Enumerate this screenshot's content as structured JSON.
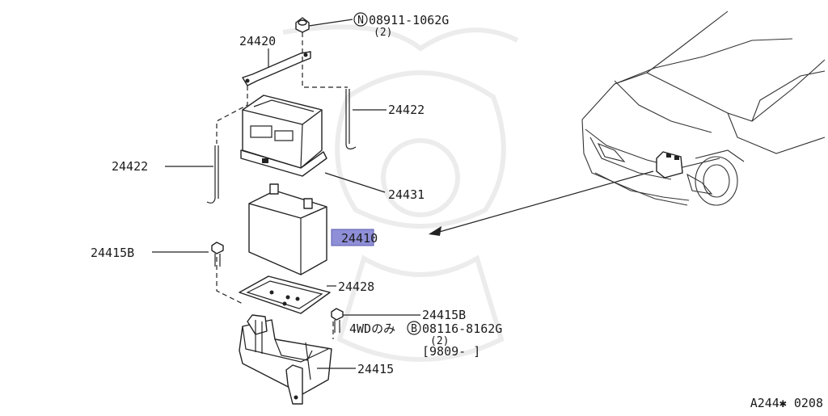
{
  "parts": {
    "nut_code": "08911-1062G",
    "nut_qty": "(2)",
    "nut_circle_letter": "N",
    "hold_down_bar": "24420",
    "rod_right": "24422",
    "rod_left": "24422",
    "battery_cover": "24431",
    "battery": "24410",
    "bolt_left": "24415B",
    "tray_pad": "24428",
    "bolt_right": "24415B",
    "bolt_note_prefix": "4WDのみ",
    "bolt_circle_letter": "B",
    "bolt_code": "08116-8162G",
    "bolt_qty": "(2)",
    "bolt_date_range": "[9809-    ]",
    "battery_tray": "24415"
  },
  "footer": {
    "diagram_id": "A244✱ 0208"
  },
  "colors": {
    "highlight": "#8f8fd8",
    "line": "#222222"
  }
}
